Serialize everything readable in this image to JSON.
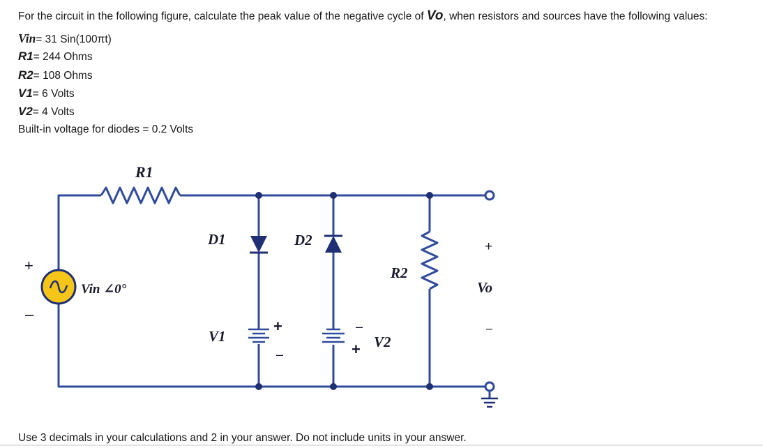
{
  "question": {
    "prefix": "For the circuit in the following figure, calculate the peak value of the negative cycle of ",
    "target": "Vo",
    "suffix": ", when resistors and sources have the following values:"
  },
  "params": [
    {
      "name": "Vin",
      "value": "= 31 Sin(100πt)"
    },
    {
      "name": "R1",
      "value": "= 244 Ohms"
    },
    {
      "name": "R2",
      "value": "= 108 Ohms"
    },
    {
      "name": "V1",
      "value": "= 6 Volts"
    },
    {
      "name": "V2",
      "value": "= 4 Volts"
    }
  ],
  "builtin": "Built-in voltage for diodes = 0.2 Volts",
  "circuit": {
    "r1": "R1",
    "d1": "D1",
    "d2": "D2",
    "r2": "R2",
    "v1": "V1",
    "v2": "V2",
    "vin": "Vin ∠0°",
    "vo": "Vo",
    "plus": "+",
    "minus": "–",
    "wire_color": "#2f4b9c",
    "source_fill": "#f5c518"
  },
  "footer": "Use 3 decimals in your calculations and 2 in your answer. Do not include units in your answer."
}
